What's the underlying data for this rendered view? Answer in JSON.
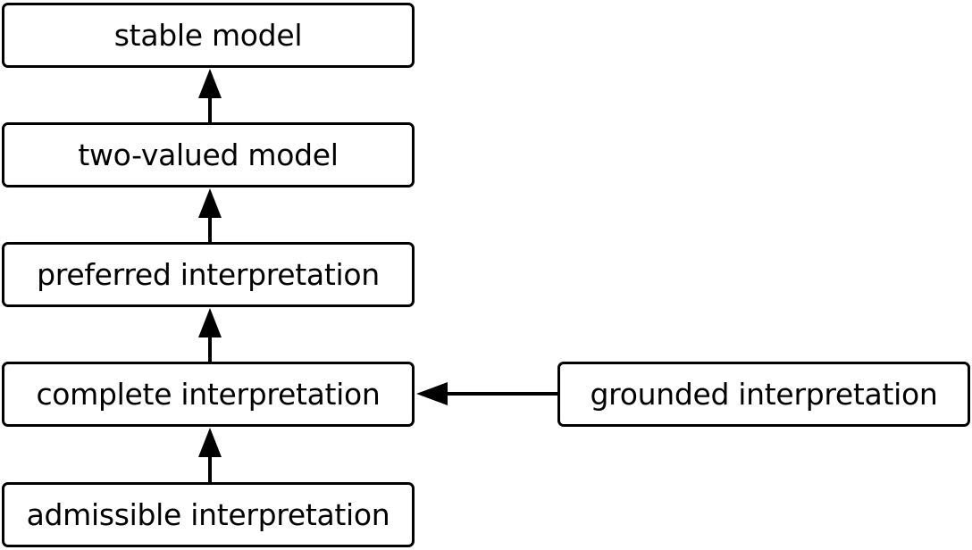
{
  "diagram": {
    "nodes": {
      "stable": "stable model",
      "two_valued": "two-valued model",
      "preferred": "preferred interpretation",
      "complete": "complete interpretation",
      "admissible": "admissible interpretation",
      "grounded": "grounded interpretation"
    },
    "edges": [
      {
        "from": "admissible",
        "to": "complete"
      },
      {
        "from": "complete",
        "to": "preferred"
      },
      {
        "from": "preferred",
        "to": "two_valued"
      },
      {
        "from": "two_valued",
        "to": "stable"
      },
      {
        "from": "grounded",
        "to": "complete"
      }
    ],
    "colors": {
      "stroke": "#000000",
      "background": "#ffffff"
    }
  }
}
